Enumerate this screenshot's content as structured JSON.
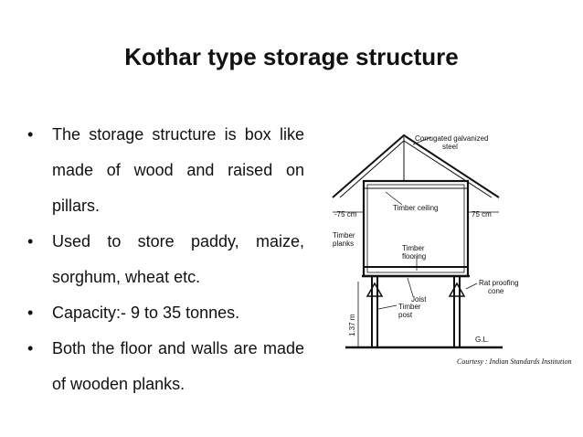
{
  "slide": {
    "title": "Kothar type storage structure",
    "bullets": [
      "The storage structure is box like made of wood and raised on pillars.",
      "Used to store paddy, maize, sorghum, wheat etc.",
      "Capacity:-  9 to 35 tonnes.",
      "Both the floor and walls are made of wooden planks."
    ],
    "bullet_symbol": "•"
  },
  "figure": {
    "labels": {
      "corrugated_line1": "Corrugated galvanized",
      "corrugated_line2": "steel",
      "timber_ceiling": "Timber ceiling",
      "left_overhang": "-75 cm",
      "right_overhang": "75 cm",
      "timber_planks_line1": "Timber",
      "timber_planks_line2": "planks",
      "timber_flooring_line1": "Timber",
      "timber_flooring_line2": "flooring",
      "joist": "Joist",
      "rat_proofing_line1": "Rat proofing",
      "rat_proofing_line2": "cone",
      "height": "1.37 m",
      "timber_post_line1": "Timber",
      "timber_post_line2": "post",
      "ground_level": "G.L."
    },
    "courtesy": "Courtesy : Indian Standards Institution"
  }
}
